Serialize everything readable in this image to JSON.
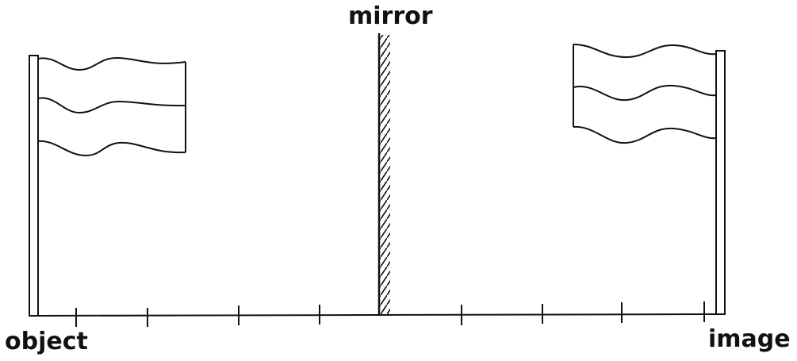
{
  "labels": {
    "mirror": "mirror",
    "object": "object",
    "image": "image"
  },
  "colors": {
    "ink": "#111111",
    "background": "#ffffff"
  },
  "diagram": {
    "object_flag_stripes": 3,
    "image_flag_stripes": 3,
    "object_ticks": 4,
    "image_ticks": 4,
    "mirror_hatched": true
  }
}
